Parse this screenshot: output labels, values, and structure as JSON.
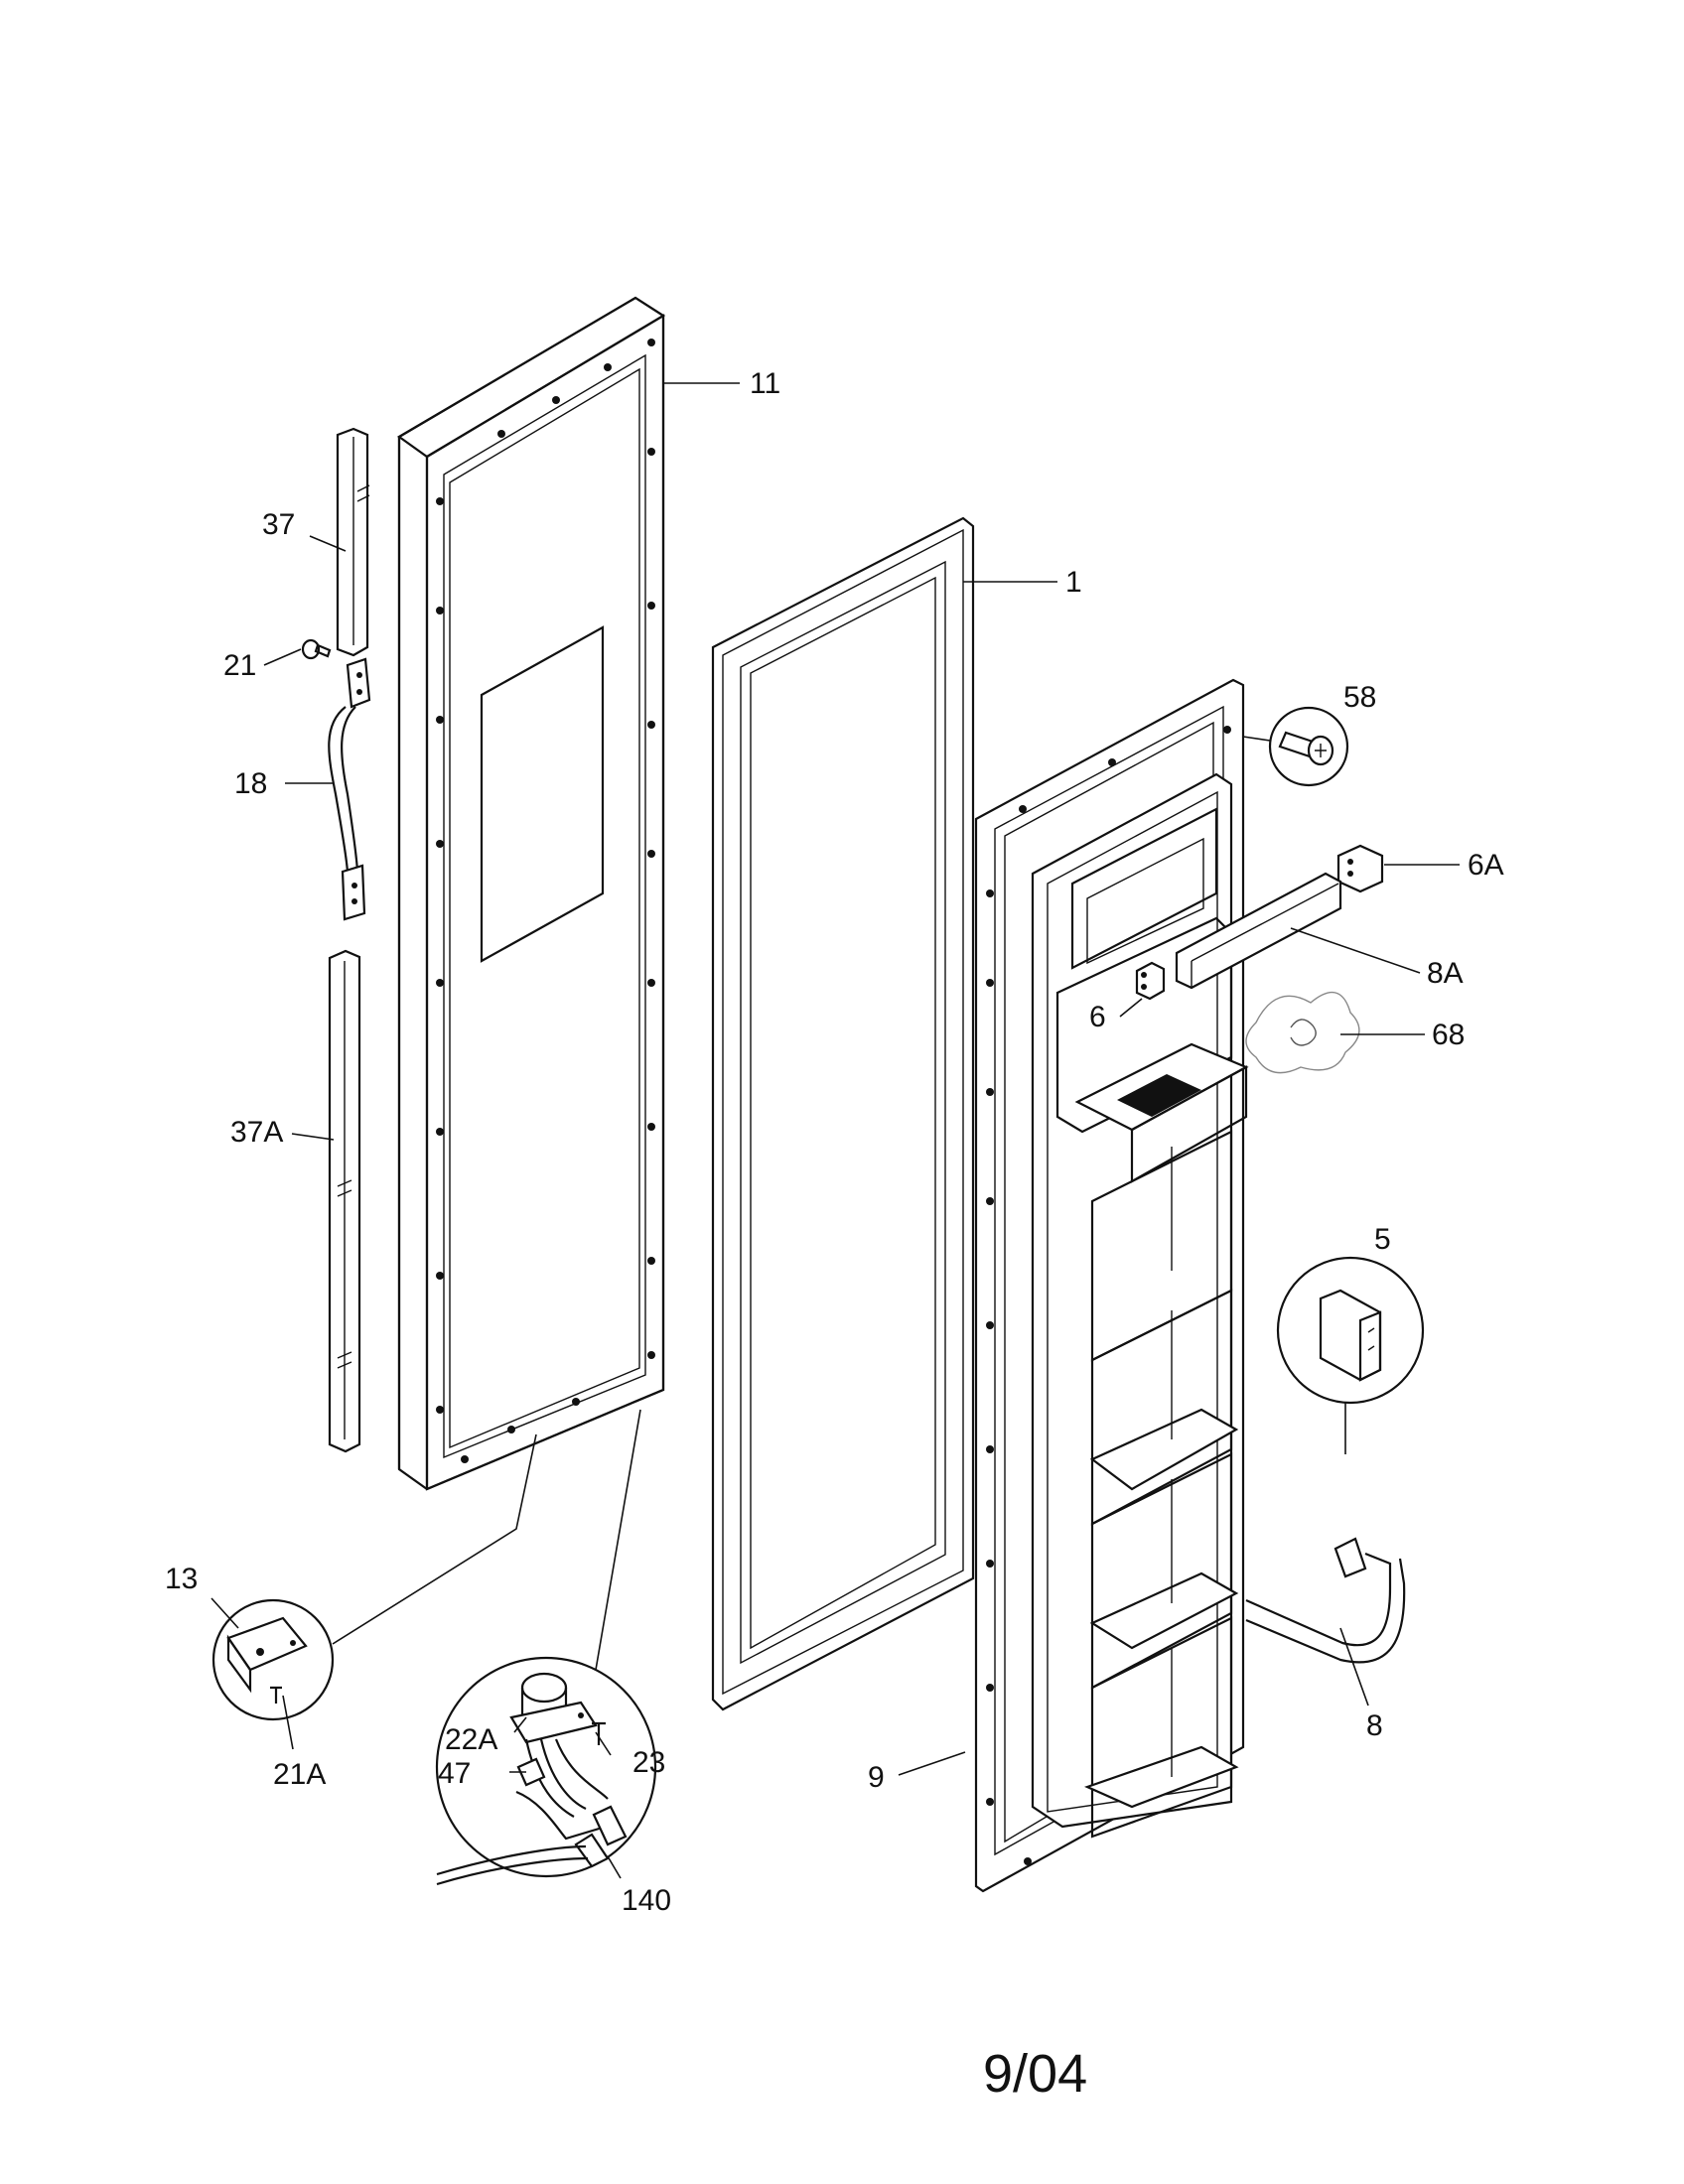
{
  "labels": {
    "p11": "11",
    "p1": "1",
    "p37": "37",
    "p21": "21",
    "p18": "18",
    "p37a": "37A",
    "p58": "58",
    "p6a": "6A",
    "p8a": "8A",
    "p6": "6",
    "p68": "68",
    "p5": "5",
    "p8": "8",
    "p9": "9",
    "p13": "13",
    "p21a": "21A",
    "p22a": "22A",
    "p47": "47",
    "p23": "23",
    "p140": "140"
  },
  "footer": {
    "date": "9/04"
  }
}
